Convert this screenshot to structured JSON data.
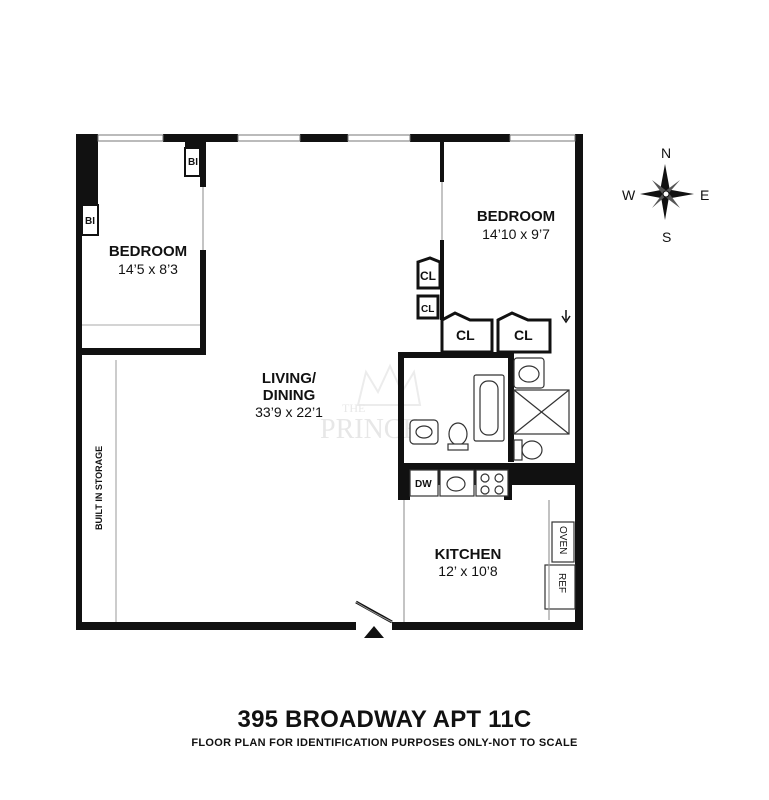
{
  "plan": {
    "rooms": {
      "bedroom_west": {
        "name": "BEDROOM",
        "dims": "14’5 x 8’3"
      },
      "bedroom_east": {
        "name": "BEDROOM",
        "dims": "14’10 x 9’7"
      },
      "living": {
        "name_line1": "LIVING/",
        "name_line2": "DINING",
        "dims": "33’9 x 22’1"
      },
      "kitchen": {
        "name": "KITCHEN",
        "dims": "12’ x 10’8"
      }
    },
    "closets": {
      "cl1": "CL",
      "cl2": "CL",
      "cl3": "CL",
      "cl4": "CL"
    },
    "built_ins": {
      "bi_top": "BI",
      "bi_left": "BI"
    },
    "storage_label": "BUILT IN STORAGE",
    "appliances": {
      "dw": "DW",
      "oven": "OVEN",
      "ref": "REF"
    },
    "compass": {
      "n": "N",
      "s": "S",
      "e": "E",
      "w": "W"
    },
    "watermark": {
      "line1": "THE",
      "line2": "PRINCE"
    }
  },
  "footer": {
    "title": "395 BROADWAY APT 11C",
    "subtitle": "FLOOR PLAN FOR IDENTIFICATION PURPOSES ONLY-NOT TO SCALE"
  }
}
